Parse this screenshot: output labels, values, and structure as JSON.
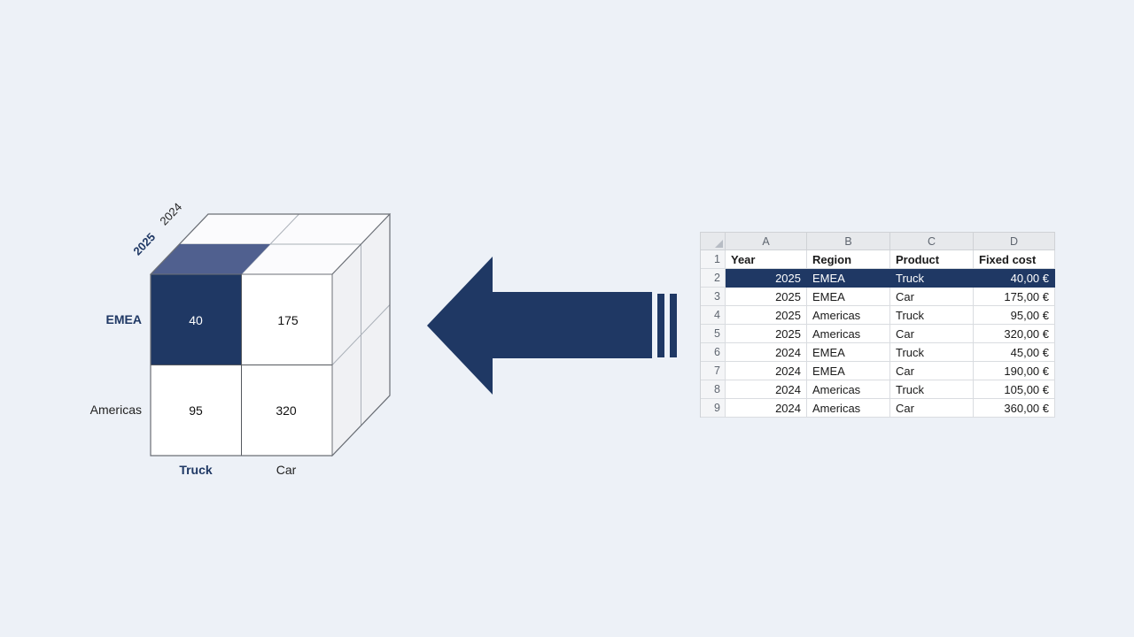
{
  "page": {
    "background": "#edf1f7"
  },
  "cube": {
    "values": {
      "top_left": "40",
      "top_right": "175",
      "bottom_left": "95",
      "bottom_right": "320"
    },
    "axis": {
      "year_back": "2024",
      "year_front": "2025",
      "region_top": "EMEA",
      "region_bottom": "Americas",
      "product_left": "Truck",
      "product_right": "Car"
    },
    "colors": {
      "highlight_front": "#1f3864",
      "highlight_top": "#50608f"
    }
  },
  "arrow": {
    "color": "#1f3864"
  },
  "sheet": {
    "column_letters": [
      "A",
      "B",
      "C",
      "D"
    ],
    "row_numbers": [
      "1",
      "2",
      "3",
      "4",
      "5",
      "6",
      "7",
      "8",
      "9"
    ],
    "headers": [
      "Year",
      "Region",
      "Product",
      "Fixed cost"
    ],
    "rows": [
      {
        "year": "2025",
        "region": "EMEA",
        "product": "Truck",
        "cost": "40,00 €",
        "highlighted": true
      },
      {
        "year": "2025",
        "region": "EMEA",
        "product": "Car",
        "cost": "175,00 €",
        "highlighted": false
      },
      {
        "year": "2025",
        "region": "Americas",
        "product": "Truck",
        "cost": "95,00 €",
        "highlighted": false
      },
      {
        "year": "2025",
        "region": "Americas",
        "product": "Car",
        "cost": "320,00 €",
        "highlighted": false
      },
      {
        "year": "2024",
        "region": "EMEA",
        "product": "Truck",
        "cost": "45,00 €",
        "highlighted": false
      },
      {
        "year": "2024",
        "region": "EMEA",
        "product": "Car",
        "cost": "190,00 €",
        "highlighted": false
      },
      {
        "year": "2024",
        "region": "Americas",
        "product": "Truck",
        "cost": "105,00 €",
        "highlighted": false
      },
      {
        "year": "2024",
        "region": "Americas",
        "product": "Car",
        "cost": "360,00 €",
        "highlighted": false
      }
    ]
  }
}
